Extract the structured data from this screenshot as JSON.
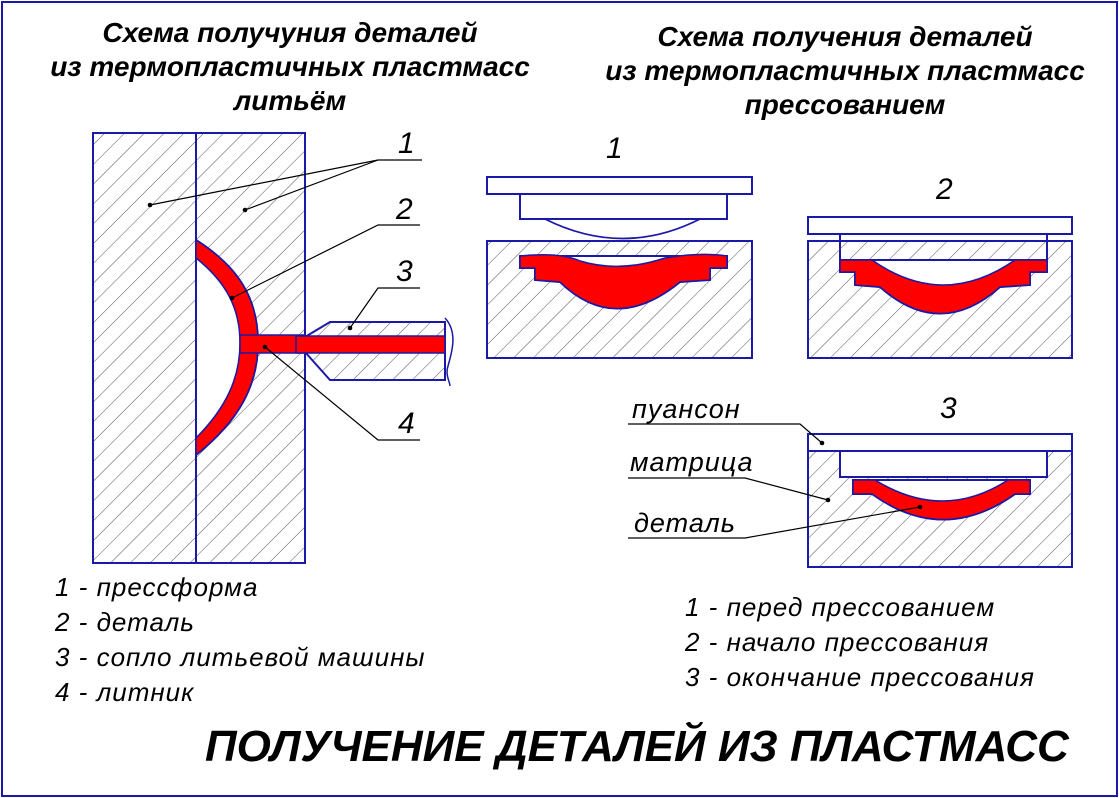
{
  "casting": {
    "title": [
      "Схема получуния деталей",
      "из термопластичных пластмасс",
      "литьём"
    ],
    "callouts": [
      "1",
      "2",
      "3",
      "4"
    ],
    "legend": [
      "1 - прессформа",
      "2 - деталь",
      "3 - сопло литьевой машины",
      "4 - литник"
    ]
  },
  "pressing": {
    "title": [
      "Схема получения деталей",
      "из термопластичных пластмасс",
      "прессованием"
    ],
    "stage_numbers": [
      "1",
      "2",
      "3"
    ],
    "part_labels": [
      "пуансон",
      "матрица",
      "деталь"
    ],
    "legend": [
      "1 - перед прессованием",
      "2 - начало прессования",
      "3 - окончание прессования"
    ]
  },
  "main_title": "ПОЛУЧЕНИЕ ДЕТАЛЕЙ ИЗ ПЛАСТМАСС",
  "colors": {
    "frame": "#1a1aa6",
    "outline": "#1a1aa6",
    "hatch": "#555555",
    "part": "#ff0000",
    "text": "#000000"
  }
}
